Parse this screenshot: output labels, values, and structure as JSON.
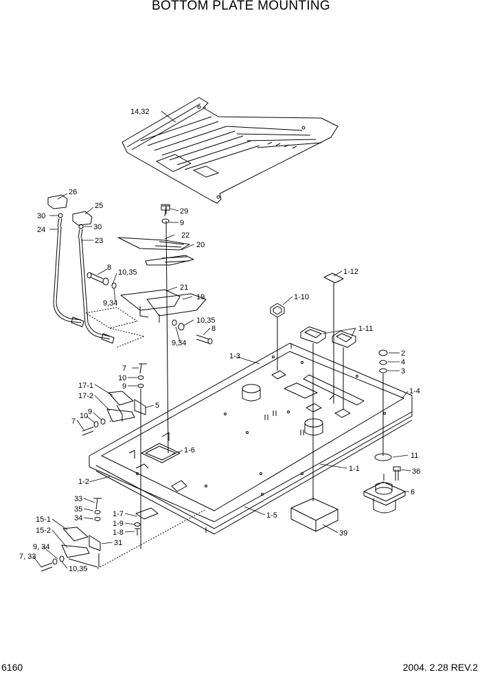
{
  "title": "BOTTOM PLATE MOUNTING",
  "footer": {
    "page_number": "6160",
    "revision": "2004. 2.28 REV.2"
  },
  "callouts": [
    "14,32",
    "26",
    "25",
    "30",
    "30",
    "24",
    "23",
    "29",
    "9",
    "22",
    "20",
    "8",
    "10,35",
    "9,34",
    "21",
    "19",
    "10,35",
    "8",
    "9,34",
    "1-12",
    "1-10",
    "1-11",
    "2",
    "4",
    "3",
    "1-3",
    "1-4",
    "7",
    "10",
    "9",
    "17-1",
    "17-2",
    "5",
    "10",
    "9",
    "7",
    "1-6",
    "11",
    "1-1",
    "36",
    "1-2",
    "6",
    "33",
    "35",
    "34",
    "1-7",
    "1-9",
    "1-8",
    "1-5",
    "15-1",
    "15-2",
    "31",
    "9, 34",
    "7, 33",
    "10,35",
    "39"
  ]
}
